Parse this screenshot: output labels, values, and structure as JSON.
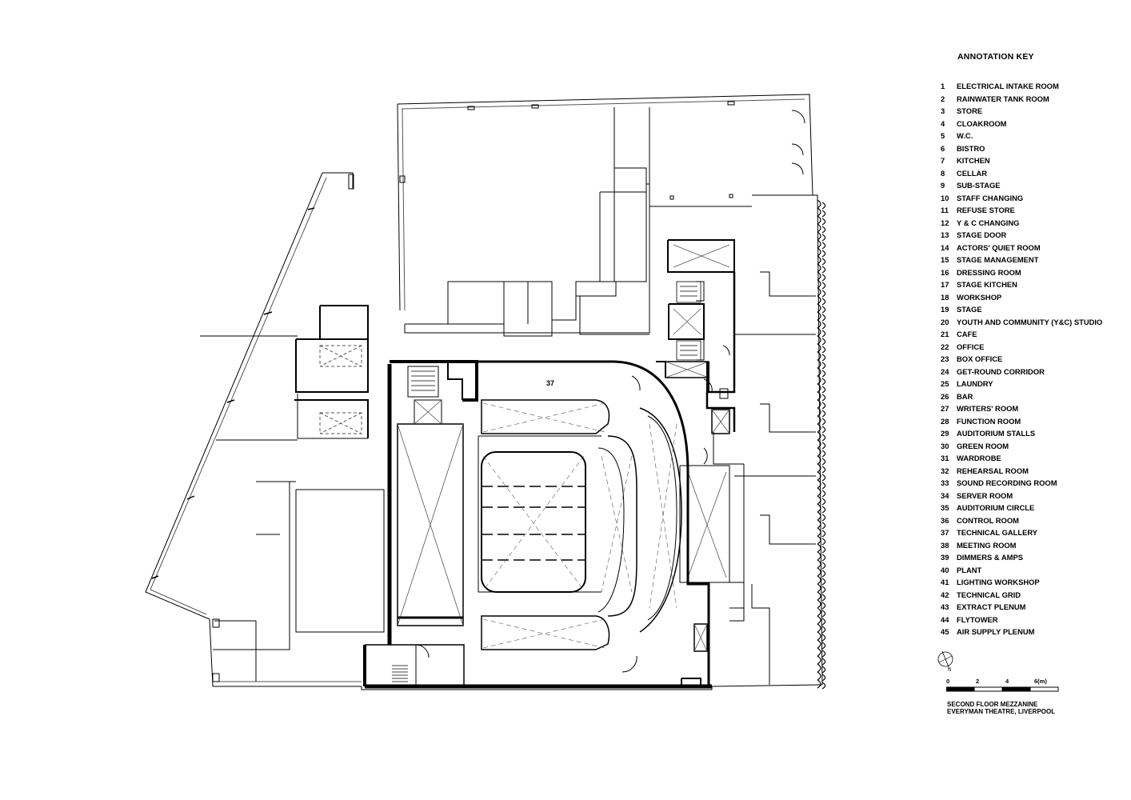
{
  "annotation_key": {
    "title": "ANNOTATION KEY",
    "items": [
      {
        "num": "1",
        "label": "ELECTRICAL INTAKE ROOM"
      },
      {
        "num": "2",
        "label": "RAINWATER TANK ROOM"
      },
      {
        "num": "3",
        "label": "STORE"
      },
      {
        "num": "4",
        "label": "CLOAKROOM"
      },
      {
        "num": "5",
        "label": "W.C."
      },
      {
        "num": "6",
        "label": "BISTRO"
      },
      {
        "num": "7",
        "label": "KITCHEN"
      },
      {
        "num": "8",
        "label": "CELLAR"
      },
      {
        "num": "9",
        "label": "SUB-STAGE"
      },
      {
        "num": "10",
        "label": "STAFF CHANGING"
      },
      {
        "num": "11",
        "label": "REFUSE STORE"
      },
      {
        "num": "12",
        "label": "Y & C CHANGING"
      },
      {
        "num": "13",
        "label": "STAGE DOOR"
      },
      {
        "num": "14",
        "label": "ACTORS' QUIET ROOM"
      },
      {
        "num": "15",
        "label": "STAGE MANAGEMENT"
      },
      {
        "num": "16",
        "label": "DRESSING ROOM"
      },
      {
        "num": "17",
        "label": "STAGE KITCHEN"
      },
      {
        "num": "18",
        "label": "WORKSHOP"
      },
      {
        "num": "19",
        "label": "STAGE"
      },
      {
        "num": "20",
        "label": "YOUTH AND COMMUNITY (Y&C) STUDIO"
      },
      {
        "num": "21",
        "label": "CAFE"
      },
      {
        "num": "22",
        "label": "OFFICE"
      },
      {
        "num": "23",
        "label": "BOX OFFICE"
      },
      {
        "num": "24",
        "label": "GET-ROUND CORRIDOR"
      },
      {
        "num": "25",
        "label": "LAUNDRY"
      },
      {
        "num": "26",
        "label": "BAR"
      },
      {
        "num": "27",
        "label": "WRITERS' ROOM"
      },
      {
        "num": "28",
        "label": "FUNCTION ROOM"
      },
      {
        "num": "29",
        "label": "AUDITORIUM STALLS"
      },
      {
        "num": "30",
        "label": "GREEN ROOM"
      },
      {
        "num": "31",
        "label": "WARDROBE"
      },
      {
        "num": "32",
        "label": "REHEARSAL ROOM"
      },
      {
        "num": "33",
        "label": "SOUND RECORDING ROOM"
      },
      {
        "num": "34",
        "label": "SERVER ROOM"
      },
      {
        "num": "35",
        "label": "AUDITORIUM CIRCLE"
      },
      {
        "num": "36",
        "label": "CONTROL ROOM"
      },
      {
        "num": "37",
        "label": "TECHNICAL GALLERY"
      },
      {
        "num": "38",
        "label": "MEETING ROOM"
      },
      {
        "num": "39",
        "label": "DIMMERS & AMPS"
      },
      {
        "num": "40",
        "label": "PLANT"
      },
      {
        "num": "41",
        "label": "LIGHTING WORKSHOP"
      },
      {
        "num": "42",
        "label": "TECHNICAL GRID"
      },
      {
        "num": "43",
        "label": "EXTRACT PLENUM"
      },
      {
        "num": "44",
        "label": "FLYTOWER"
      },
      {
        "num": "45",
        "label": "AIR SUPPLY PLENUM"
      }
    ]
  },
  "plan": {
    "room_label": "37",
    "north_label": "N"
  },
  "scale": {
    "ticks": [
      "0",
      "2",
      "4",
      "6(m)"
    ]
  },
  "caption": {
    "line1": "SECOND FLOOR MEZZANINE",
    "line2": "EVERYMAN THEATRE, LIVERPOOL"
  },
  "colors": {
    "line": "#000000",
    "background": "#ffffff"
  }
}
